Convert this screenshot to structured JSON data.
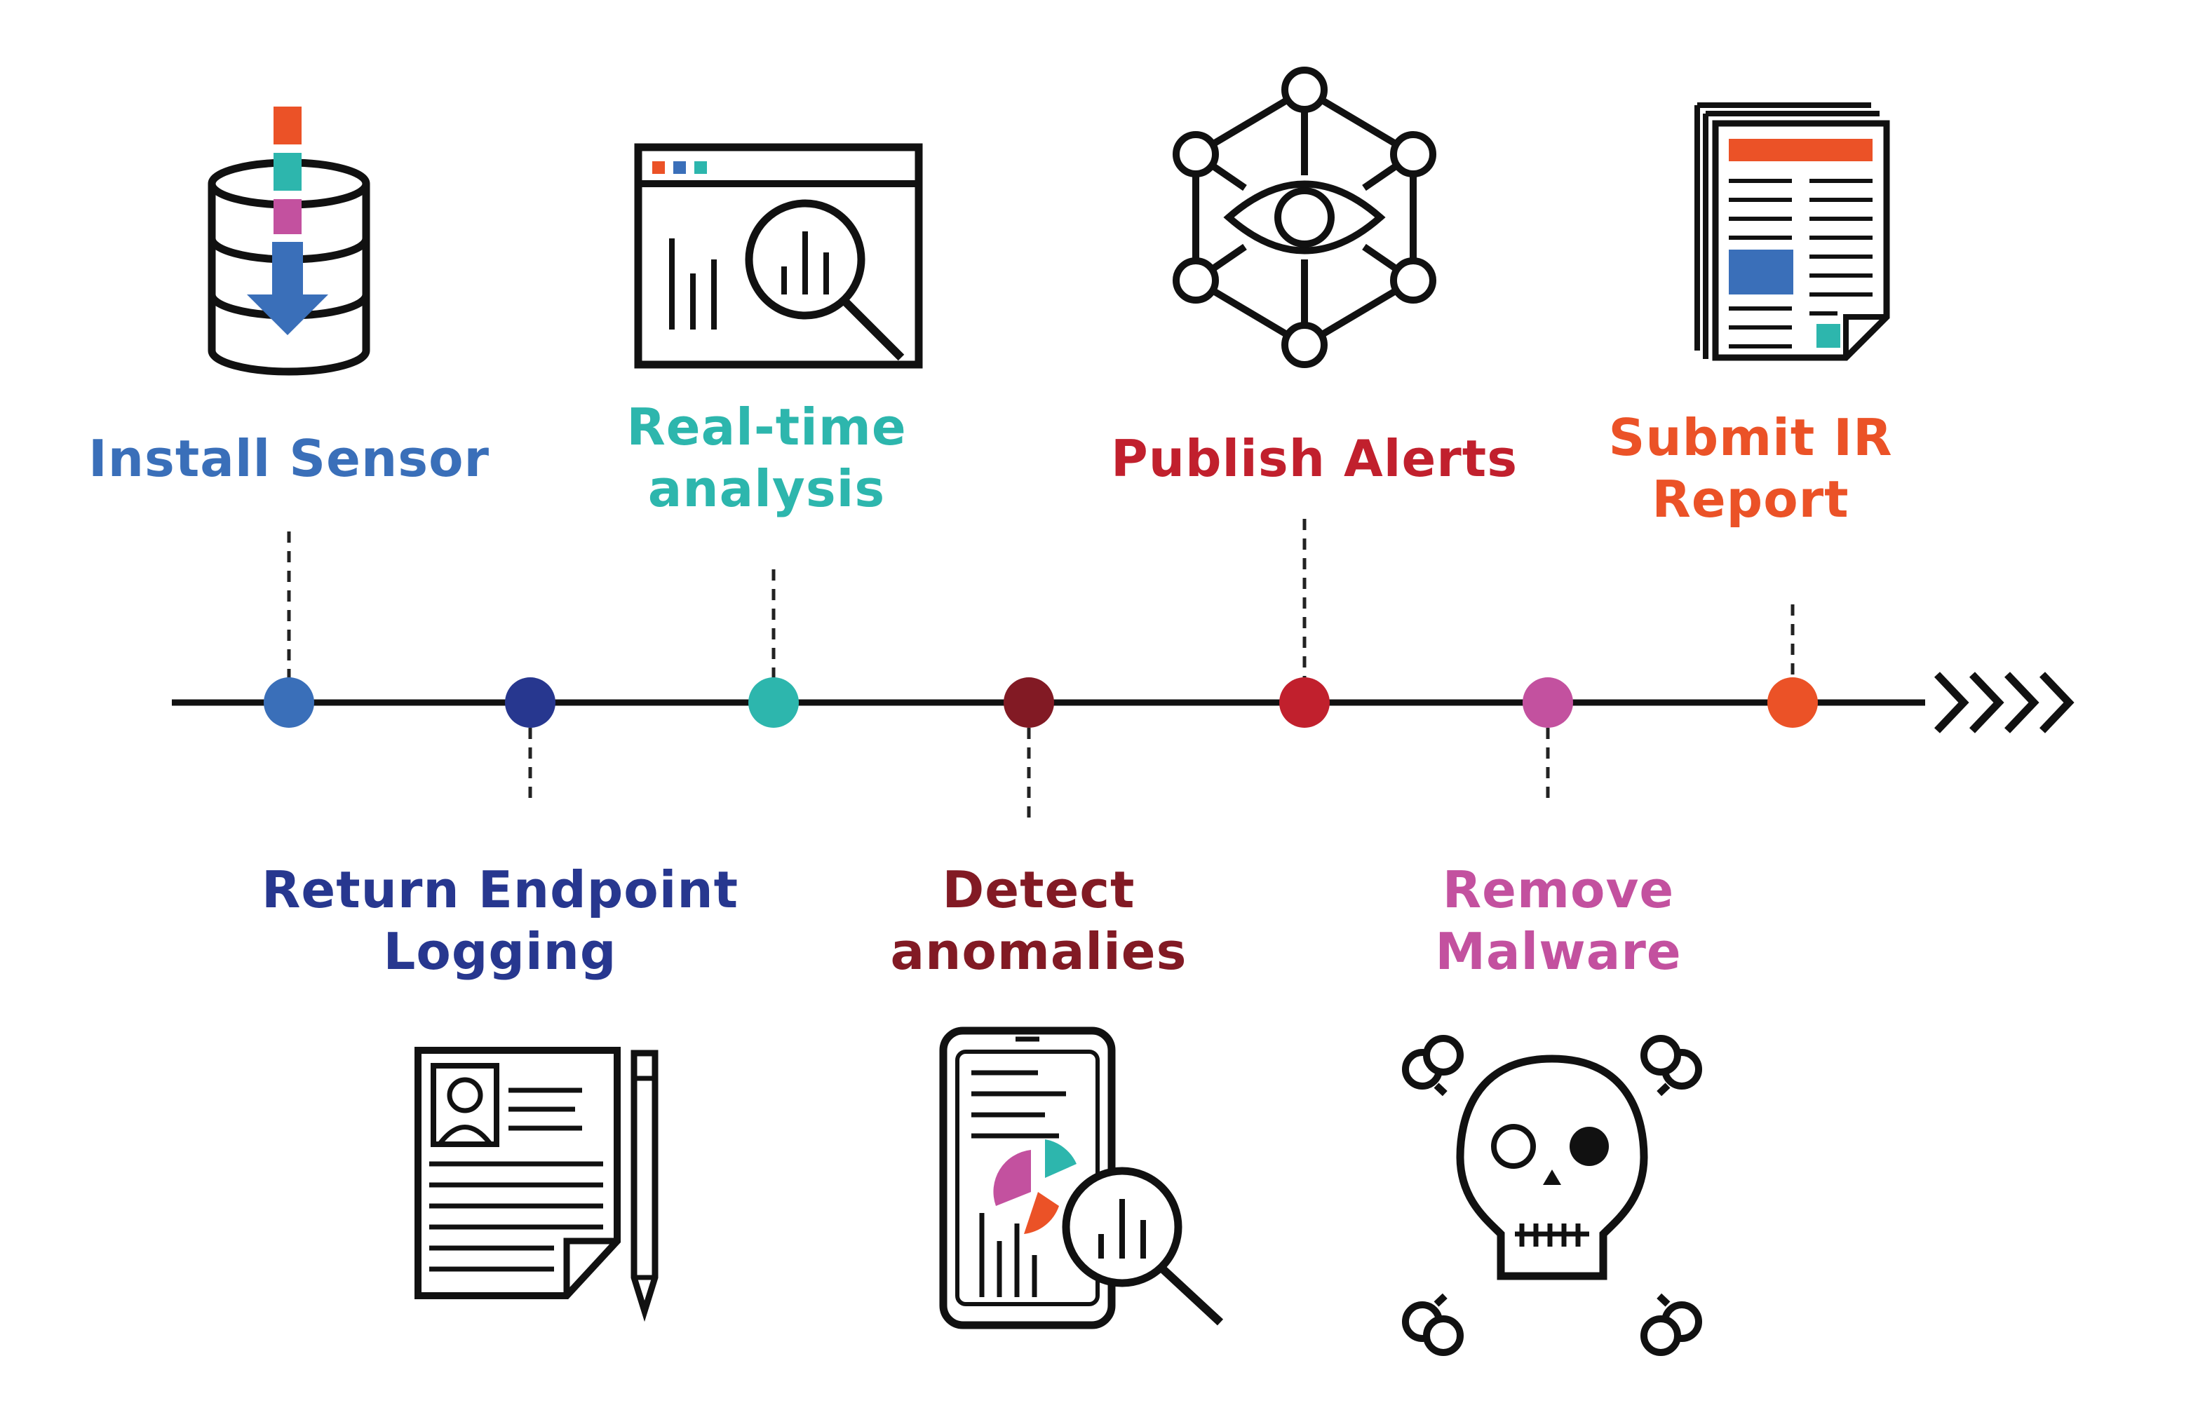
{
  "timeline": {
    "steps": [
      {
        "key": "install",
        "lines": [
          "Install Sensor"
        ],
        "color": "#3a6fb9",
        "position": "above",
        "icon": "database-download-icon"
      },
      {
        "key": "return",
        "lines": [
          "Return Endpoint",
          "Logging"
        ],
        "color": "#27378f",
        "position": "below",
        "icon": "document-pencil-icon"
      },
      {
        "key": "realtime",
        "lines": [
          "Real-time",
          "analysis"
        ],
        "color": "#2db6ad",
        "position": "above",
        "icon": "browser-analytics-icon"
      },
      {
        "key": "detect",
        "lines": [
          "Detect",
          "anomalies"
        ],
        "color": "#821a24",
        "position": "below",
        "icon": "phone-analysis-icon"
      },
      {
        "key": "publish",
        "lines": [
          "Publish Alerts"
        ],
        "color": "#c1202d",
        "position": "above",
        "icon": "network-eye-icon"
      },
      {
        "key": "remove",
        "lines": [
          "Remove",
          "Malware"
        ],
        "color": "#c3519f",
        "position": "below",
        "icon": "skull-crossbones-icon"
      },
      {
        "key": "submit",
        "lines": [
          "Submit IR",
          "Report"
        ],
        "color": "#eb5227",
        "position": "above",
        "icon": "report-document-icon"
      }
    ],
    "arrow_icon": "chevrons-right-icon"
  },
  "accents": {
    "orange": "#eb5227",
    "teal": "#2db6ad",
    "magenta": "#c3519f",
    "blue": "#3a6fb9",
    "red": "#c1202d"
  }
}
